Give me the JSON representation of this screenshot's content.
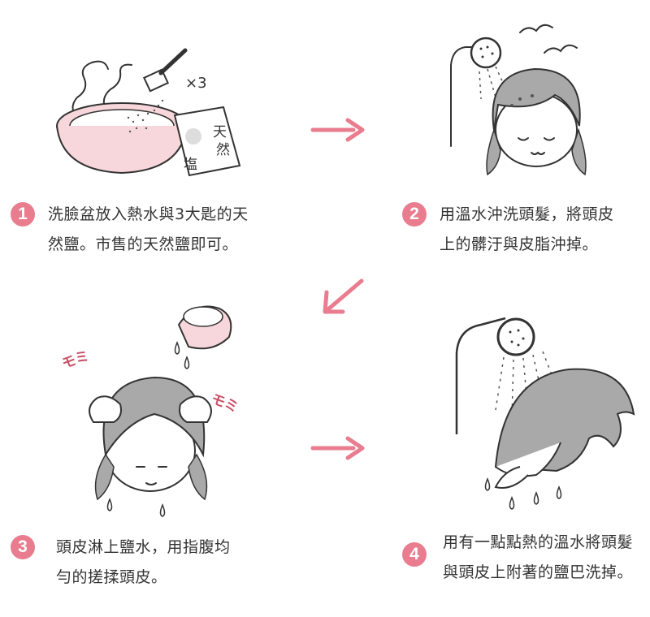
{
  "steps": [
    {
      "number": "1",
      "text": "洗臉盆放入熱水與3大匙的天然鹽。市售的天然鹽即可。"
    },
    {
      "number": "2",
      "text": "用溫水沖洗頭髮，將頭皮上的髒汙與皮脂沖掉。"
    },
    {
      "number": "3",
      "text": "頭皮淋上鹽水，用指腹均勻的搓揉頭皮。"
    },
    {
      "number": "4",
      "text": "用有一點點熱的溫水將頭髮與頭皮上附著的鹽巴洗掉。"
    }
  ],
  "illustration_text": {
    "times_three": "×3",
    "bag_label_1": "天",
    "bag_label_2": "然",
    "bag_label_3": "塩",
    "momi": "モミ"
  },
  "colors": {
    "accent": "#e97d8f",
    "hair": "#a9a9a9",
    "basin": "#f7d7dc"
  }
}
